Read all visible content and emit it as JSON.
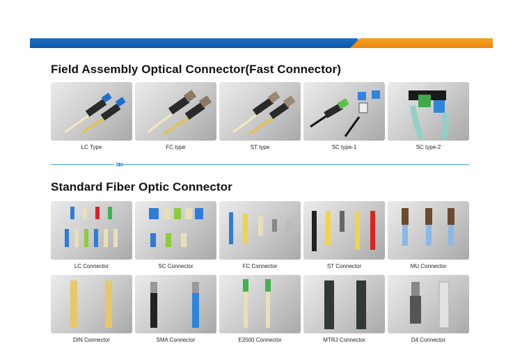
{
  "section1": {
    "title": "Field Assembly Optical Connector(Fast Connector)",
    "items": [
      "LC Type",
      "FC type",
      "ST type",
      "SC type-1",
      "SC type-2"
    ]
  },
  "divider_arrows": "»»",
  "section2": {
    "title": "Standard Fiber Optic Connector",
    "row1": [
      "LC Connector",
      "SC Connector",
      "FC Connector",
      "ST Connector",
      "MU Connector"
    ],
    "row2": [
      "DIN Connector",
      "SMA Connector",
      "E2000 Connector",
      "MTRJ Connector",
      "D4 Connector"
    ]
  },
  "colors": {
    "banner_blue": "#0d55a8",
    "banner_orange": "#f7a21c",
    "divider": "#3aa3e0"
  }
}
